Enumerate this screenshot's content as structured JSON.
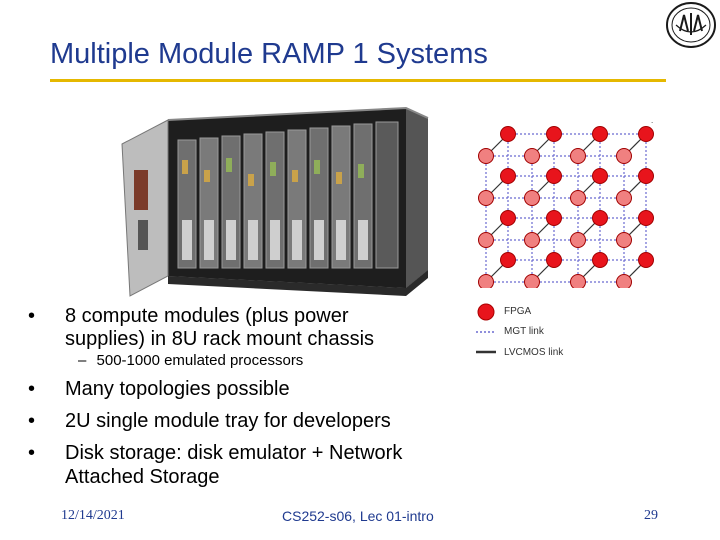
{
  "slide": {
    "title": "Multiple Module RAMP 1 Systems",
    "bullets": [
      {
        "bullet": "•",
        "lines": [
          "8 compute modules (plus power",
          "supplies) in 8U rack mount chassis"
        ]
      },
      {
        "bullet": "–",
        "lines": [
          "500-1000 emulated processors"
        ]
      },
      {
        "bullet": "•",
        "lines": [
          "Many topologies possible"
        ]
      },
      {
        "bullet": "•",
        "lines": [
          "2U single module tray for developers"
        ]
      },
      {
        "bullet": "•",
        "lines": [
          "Disk storage: disk emulator + Network",
          "Attached Storage"
        ]
      }
    ],
    "legend": {
      "fpga": "FPGA",
      "mgt": "MGT link",
      "lvcmos": "LVCMOS link"
    },
    "footer": {
      "date": "12/14/2021",
      "course": "CS252-s06, Lec 01-intro",
      "page": "29"
    },
    "stray_mark": "."
  },
  "colors": {
    "title": "#1f3a8f",
    "rule": "#e5b800",
    "fpga_node": "#e8141c",
    "fpga_node_back": "#f08080",
    "mgt_link": "#6a6ad0",
    "lvcmos_link": "#333333"
  },
  "icons": [
    "university-seal-icon",
    "server-chassis-image",
    "fpga-mesh-diagram"
  ]
}
